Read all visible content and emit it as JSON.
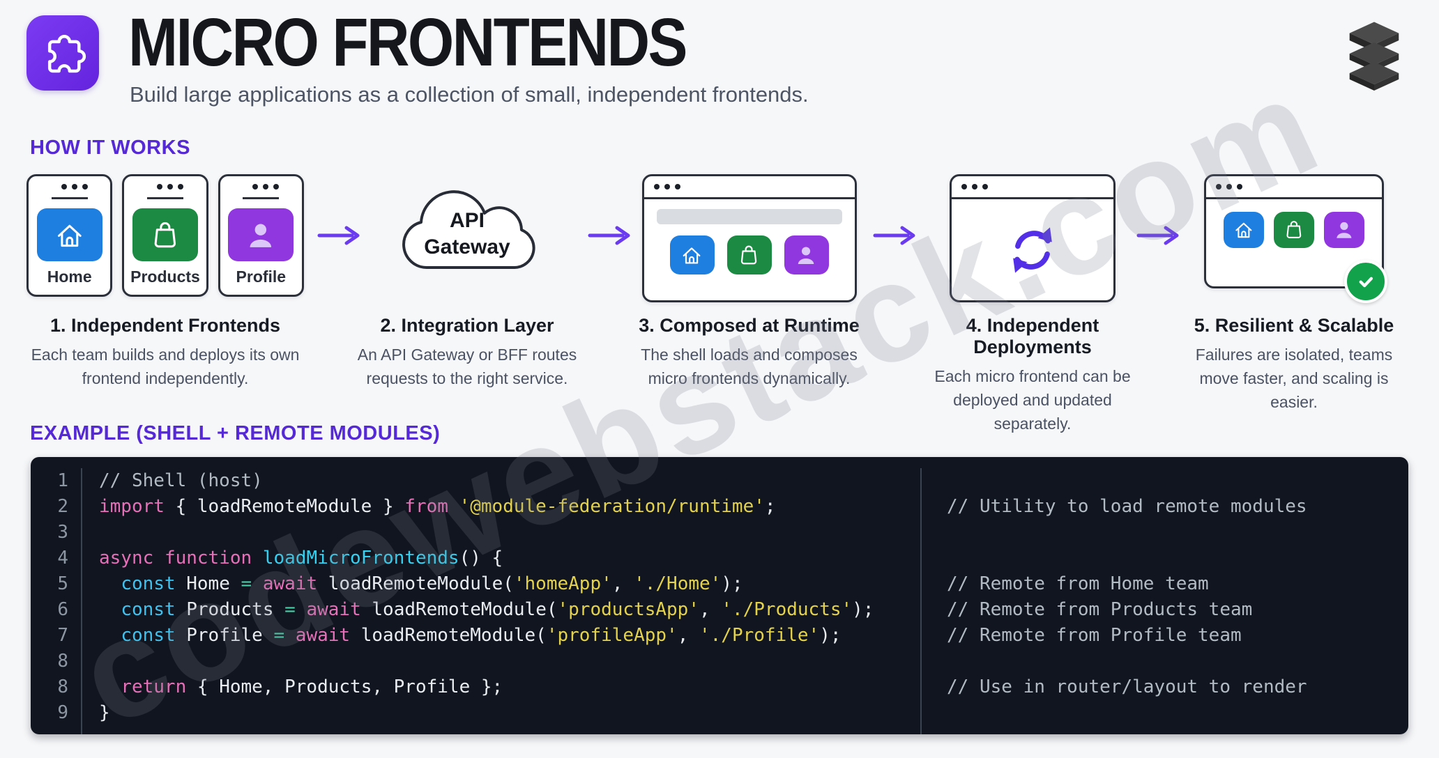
{
  "header": {
    "title": "MICRO FRONTENDS",
    "subtitle": "Build large applications as a collection of small, independent frontends.",
    "logo_icon": "puzzle-icon",
    "brand_icon": "layers-stack-icon"
  },
  "how_it_works": {
    "heading": "HOW IT WORKS",
    "tiles": [
      {
        "label": "Home",
        "icon": "home-icon",
        "color": "#1f7fe0"
      },
      {
        "label": "Products",
        "icon": "shopping-bag-icon",
        "color": "#1d8a44"
      },
      {
        "label": "Profile",
        "icon": "person-icon",
        "color": "#9137e0"
      }
    ],
    "steps": [
      {
        "title": "1. Independent Frontends",
        "description": "Each team builds and deploys its own frontend independently.",
        "graphic": "three-browser-windows"
      },
      {
        "title": "2. Integration Layer",
        "description": "An API Gateway or BFF routes requests to the right service.",
        "graphic": "api-gateway-cloud",
        "cloud_label": [
          "API",
          "Gateway"
        ]
      },
      {
        "title": "3. Composed at Runtime",
        "description": "The shell loads and composes micro frontends dynamically.",
        "graphic": "shell-browser-window"
      },
      {
        "title": "4. Independent Deployments",
        "description": "Each micro frontend can be deployed and updated separately.",
        "graphic": "sync-browser-window"
      },
      {
        "title": "5. Resilient & Scalable",
        "description": "Failures are isolated, teams move faster, and scaling is easier.",
        "graphic": "checked-browser-window"
      }
    ]
  },
  "example": {
    "heading": "EXAMPLE (SHELL + REMOTE MODULES)",
    "code_lines": [
      {
        "num": "1",
        "tokens": [
          {
            "t": "// Shell (host)",
            "c": "comment"
          }
        ],
        "comment": ""
      },
      {
        "num": "2",
        "tokens": [
          {
            "t": "import",
            "c": "kw"
          },
          {
            "t": " { loadRemoteModule } ",
            "c": "plain"
          },
          {
            "t": "from",
            "c": "kw"
          },
          {
            "t": " ",
            "c": "plain"
          },
          {
            "t": "'@module-federation/runtime'",
            "c": "str"
          },
          {
            "t": ";",
            "c": "plain"
          }
        ],
        "comment": "// Utility to load remote modules"
      },
      {
        "num": "3",
        "tokens": [],
        "comment": ""
      },
      {
        "num": "4",
        "tokens": [
          {
            "t": "async",
            "c": "kw"
          },
          {
            "t": " ",
            "c": "plain"
          },
          {
            "t": "function",
            "c": "kw"
          },
          {
            "t": " ",
            "c": "plain"
          },
          {
            "t": "loadMicroFrontends",
            "c": "fn"
          },
          {
            "t": "() {",
            "c": "plain"
          }
        ],
        "comment": ""
      },
      {
        "num": "5",
        "tokens": [
          {
            "t": "  ",
            "c": "plain"
          },
          {
            "t": "const",
            "c": "kw2"
          },
          {
            "t": " Home ",
            "c": "plain"
          },
          {
            "t": "=",
            "c": "op"
          },
          {
            "t": " ",
            "c": "plain"
          },
          {
            "t": "await",
            "c": "kw"
          },
          {
            "t": " loadRemoteModule(",
            "c": "plain"
          },
          {
            "t": "'homeApp'",
            "c": "str"
          },
          {
            "t": ", ",
            "c": "plain"
          },
          {
            "t": "'./Home'",
            "c": "str"
          },
          {
            "t": ");",
            "c": "plain"
          }
        ],
        "comment": "// Remote from Home team"
      },
      {
        "num": "6",
        "tokens": [
          {
            "t": "  ",
            "c": "plain"
          },
          {
            "t": "const",
            "c": "kw2"
          },
          {
            "t": " Products ",
            "c": "plain"
          },
          {
            "t": "=",
            "c": "op"
          },
          {
            "t": " ",
            "c": "plain"
          },
          {
            "t": "await",
            "c": "kw"
          },
          {
            "t": " loadRemoteModule(",
            "c": "plain"
          },
          {
            "t": "'productsApp'",
            "c": "str"
          },
          {
            "t": ", ",
            "c": "plain"
          },
          {
            "t": "'./Products'",
            "c": "str"
          },
          {
            "t": ");",
            "c": "plain"
          }
        ],
        "comment": "// Remote from Products team"
      },
      {
        "num": "7",
        "tokens": [
          {
            "t": "  ",
            "c": "plain"
          },
          {
            "t": "const",
            "c": "kw2"
          },
          {
            "t": " Profile ",
            "c": "plain"
          },
          {
            "t": "=",
            "c": "op"
          },
          {
            "t": " ",
            "c": "plain"
          },
          {
            "t": "await",
            "c": "kw"
          },
          {
            "t": " loadRemoteModule(",
            "c": "plain"
          },
          {
            "t": "'profileApp'",
            "c": "str"
          },
          {
            "t": ", ",
            "c": "plain"
          },
          {
            "t": "'./Profile'",
            "c": "str"
          },
          {
            "t": ");",
            "c": "plain"
          }
        ],
        "comment": "// Remote from Profile team"
      },
      {
        "num": "8",
        "tokens": [],
        "comment": ""
      },
      {
        "num": "8",
        "tokens": [
          {
            "t": "  ",
            "c": "plain"
          },
          {
            "t": "return",
            "c": "kw"
          },
          {
            "t": " { Home, Products, Profile };",
            "c": "plain"
          }
        ],
        "comment": "// Use in router/layout to render"
      },
      {
        "num": "9",
        "tokens": [
          {
            "t": "}",
            "c": "plain"
          }
        ],
        "comment": ""
      }
    ]
  },
  "watermark": {
    "text": "codewebstack.com"
  },
  "colors": {
    "accent_purple": "#5629d6",
    "arrow_purple": "#6b3bf0",
    "tile_blue": "#1f7fe0",
    "tile_green": "#1d8a44",
    "tile_purple": "#9137e0",
    "check_green": "#12a24b",
    "code_background": "#10151f",
    "code_keyword": "#e570b8",
    "code_const": "#41c2ee",
    "code_function": "#33d2f2",
    "code_string": "#e4d24b",
    "code_comment": "#b2bac3"
  }
}
